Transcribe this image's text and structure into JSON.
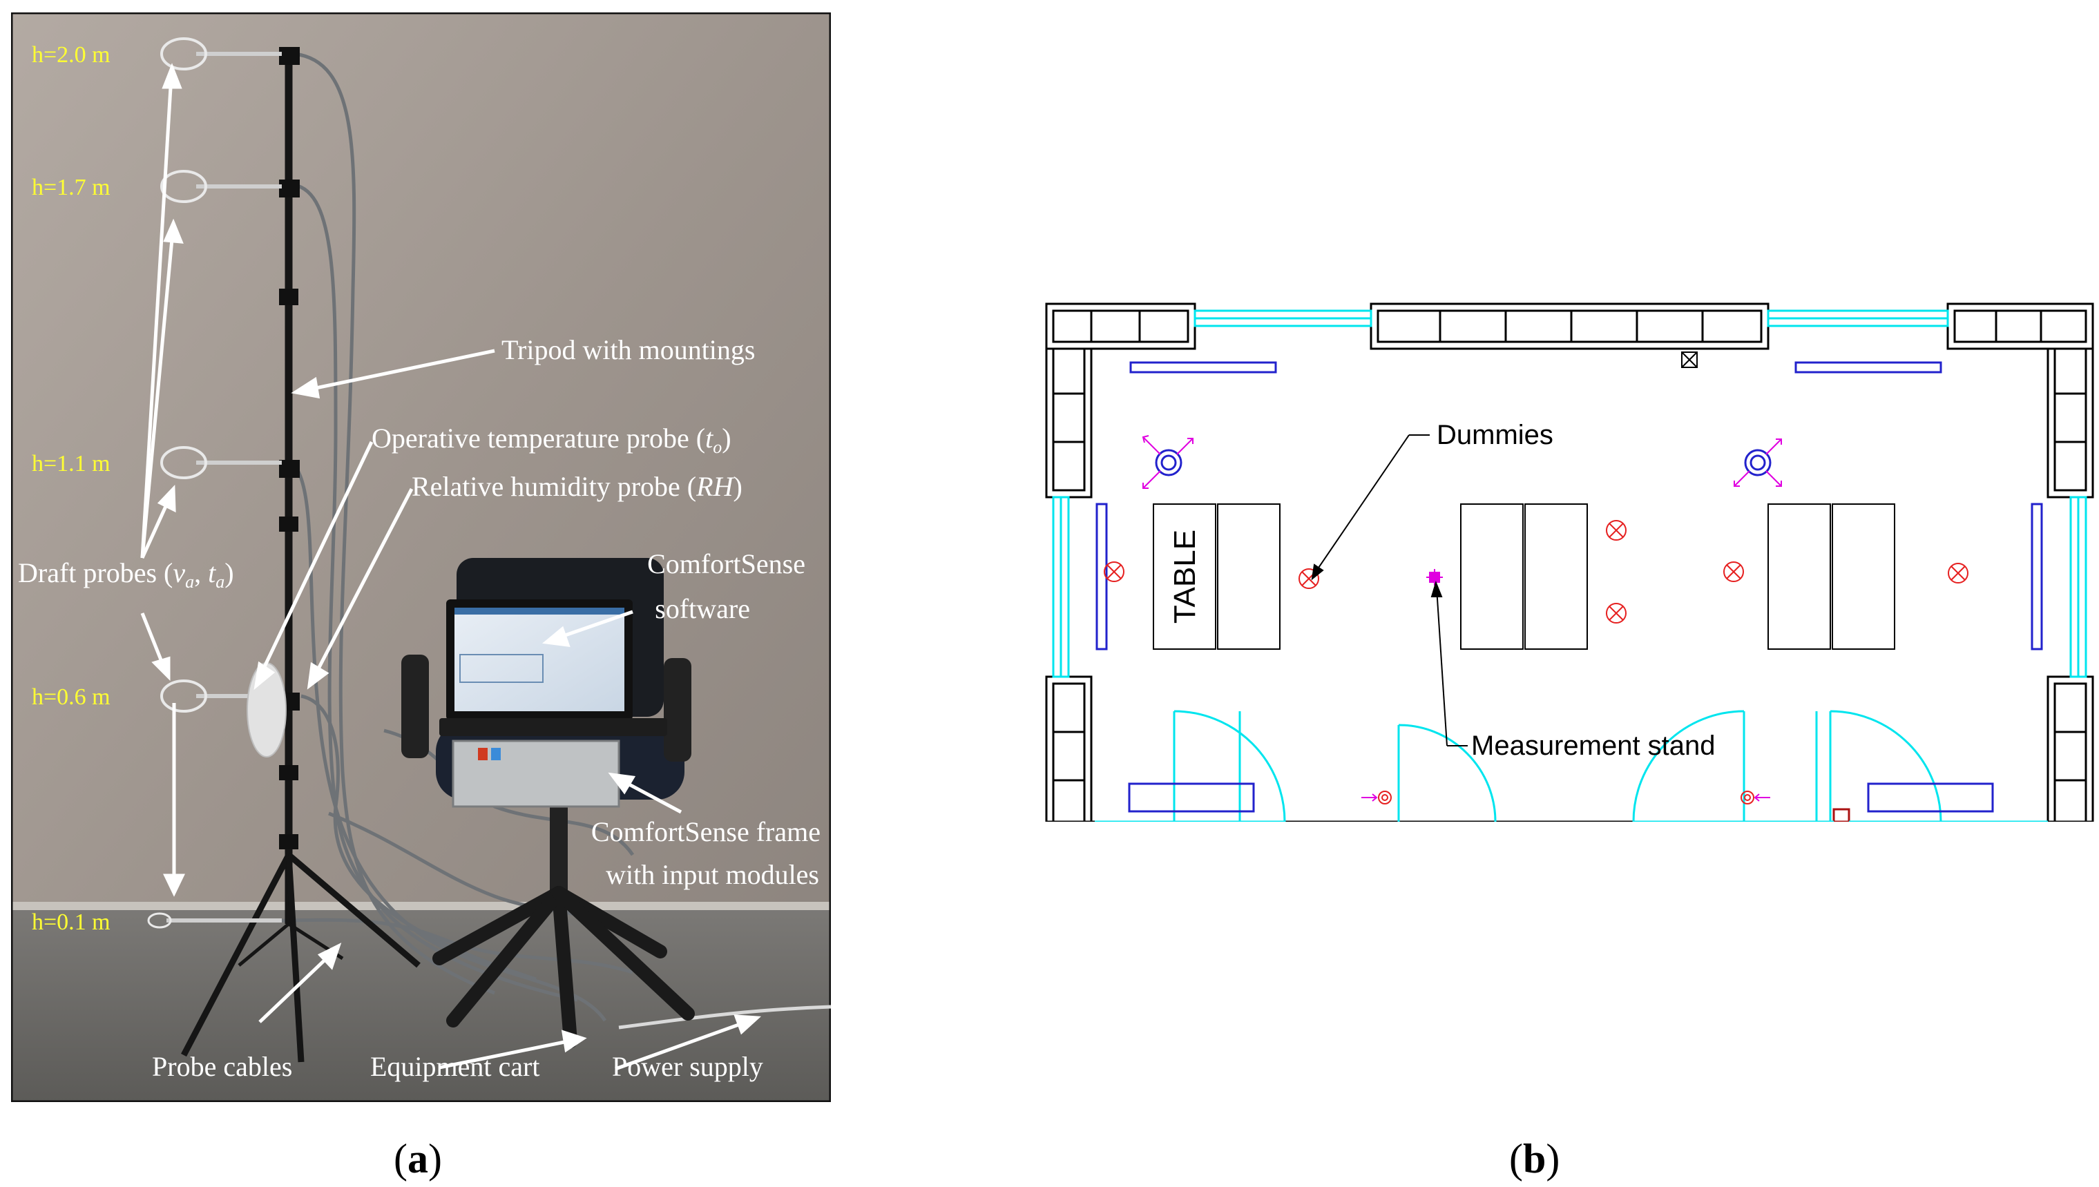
{
  "panel_a": {
    "heights": [
      "h=2.0 m",
      "h=1.7 m",
      "h=1.1 m",
      "h=0.6 m",
      "h=0.1 m"
    ],
    "labels": {
      "tripod": "Tripod with mountings",
      "operative_probe": "Operative temperature probe (",
      "operative_sym": "t",
      "operative_sub": "o",
      "operative_close": ")",
      "humidity_probe": "Relative humidity probe (",
      "humidity_sym": "RH",
      "humidity_close": ")",
      "draft_probes": "Draft probes (",
      "draft_va": "v",
      "draft_va_sub": "a",
      "draft_sep": ", ",
      "draft_ta": "t",
      "draft_ta_sub": "a",
      "draft_close": ")",
      "software_line1": "ComfortSense",
      "software_line2": "software",
      "frame_line1": "ComfortSense frame",
      "frame_line2": "with input modules",
      "probe_cables": "Probe cables",
      "equipment_cart": "Equipment cart",
      "power_supply": "Power supply"
    },
    "colors": {
      "height_text": "#ffff33",
      "label_text": "#ffffff",
      "wall": "#9b928b",
      "floor": "#6f6e6b"
    }
  },
  "panel_b": {
    "labels": {
      "dummies": "Dummies",
      "measurement_stand": "Measurement stand",
      "table": "TABLE"
    },
    "colors": {
      "wall": "#000000",
      "window": "#00e5ee",
      "radiator": "#2222cc",
      "dummy": "#e62020",
      "stand": "#e000e0",
      "diffuser": "#e000e0"
    }
  },
  "captions": {
    "a_open": "(",
    "a_letter": "a",
    "a_close": ")",
    "b_open": "(",
    "b_letter": "b",
    "b_close": ")"
  }
}
